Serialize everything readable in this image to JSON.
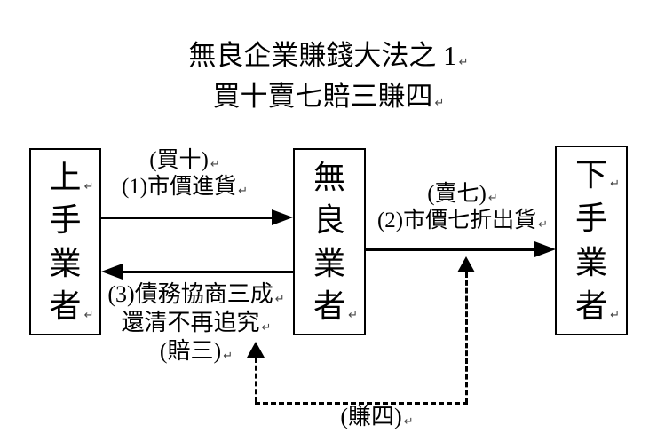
{
  "title": {
    "line1": "無良企業賺錢大法之 1",
    "line2": "買十賣七賠三賺四"
  },
  "boxes": {
    "upstream": {
      "chars": [
        "上",
        "手",
        "業",
        "者"
      ]
    },
    "middle": {
      "chars": [
        "無",
        "良",
        "業",
        "者"
      ]
    },
    "downstream": {
      "chars": [
        "下",
        "手",
        "業",
        "者"
      ]
    }
  },
  "labels": {
    "buy_tag": "(買十)",
    "buy_step": "(1)市價進貨",
    "sell_tag": "(賣七)",
    "sell_step": "(2)市價七折出貨",
    "settle_step": "(3)債務協商三成",
    "settle_cont": "還清不再追究",
    "settle_tag": "(賠三)",
    "earn_tag": "(賺四)"
  },
  "marks": {
    "return": "↵"
  },
  "colors": {
    "foreground": "#000000",
    "background": "#ffffff"
  }
}
